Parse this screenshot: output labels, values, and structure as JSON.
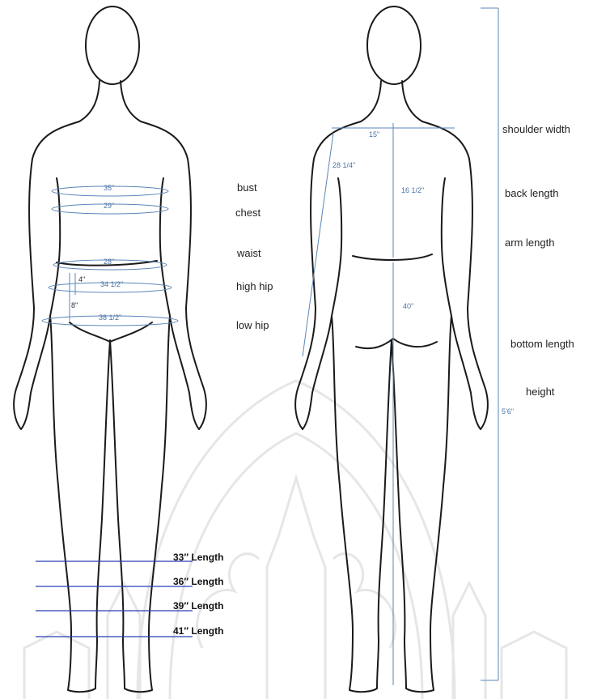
{
  "front_figure": {
    "measurements": {
      "bust": "35\"",
      "chest": "29\"",
      "waist": "28\"",
      "high_hip": "34 1/2\"",
      "low_hip": "38 1/2\"",
      "waist_to_high_hip": "4\"",
      "waist_to_low_hip": "8\""
    },
    "labels": {
      "bust": "bust",
      "chest": "chest",
      "waist": "waist",
      "high_hip": "high hip",
      "low_hip": "low hip"
    },
    "hem_lengths": [
      "33″ Length",
      "36″ Length",
      "39″ Length",
      "41″ Length"
    ]
  },
  "back_figure": {
    "measurements": {
      "shoulder_width": "15\"",
      "arm_length": "28 1/4\"",
      "back_length": "16 1/2\"",
      "bottom_length": "40\"",
      "height": "5'6\""
    },
    "labels": {
      "shoulder_width": "shoulder width",
      "back_length": "back length",
      "arm_length": "arm length",
      "bottom_length": "bottom length",
      "height": "height"
    }
  },
  "colors": {
    "outline": "#1a1a1a",
    "measurement": "#5b86b8",
    "hem_line": "#2b3fb0",
    "watermark": "#e6e6e6"
  }
}
